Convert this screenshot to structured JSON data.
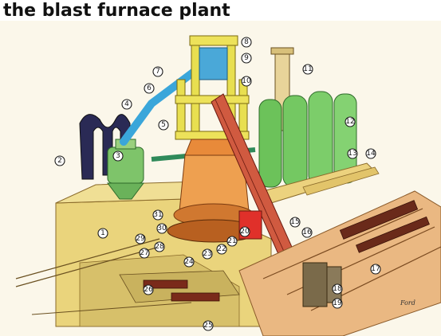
{
  "title": "the blast furnace plant",
  "callouts": [
    "1",
    "2",
    "3",
    "4",
    "5",
    "6",
    "7",
    "8",
    "9",
    "10",
    "11",
    "12",
    "13",
    "14",
    "15",
    "16",
    "17",
    "18",
    "19",
    "20",
    "21",
    "22",
    "23",
    "24",
    "25",
    "26",
    "27",
    "28",
    "29",
    "30",
    "31"
  ],
  "signature": "Ford",
  "colors": {
    "building": "#e8d27a",
    "furnace": "#e0883a",
    "stoves": "#6cc25a",
    "duct": "#4aa8d8",
    "blue_duct": "#35a0d6",
    "conveyor": "#c84a3a",
    "chimney": "#222244",
    "yard": "#e9b882"
  }
}
